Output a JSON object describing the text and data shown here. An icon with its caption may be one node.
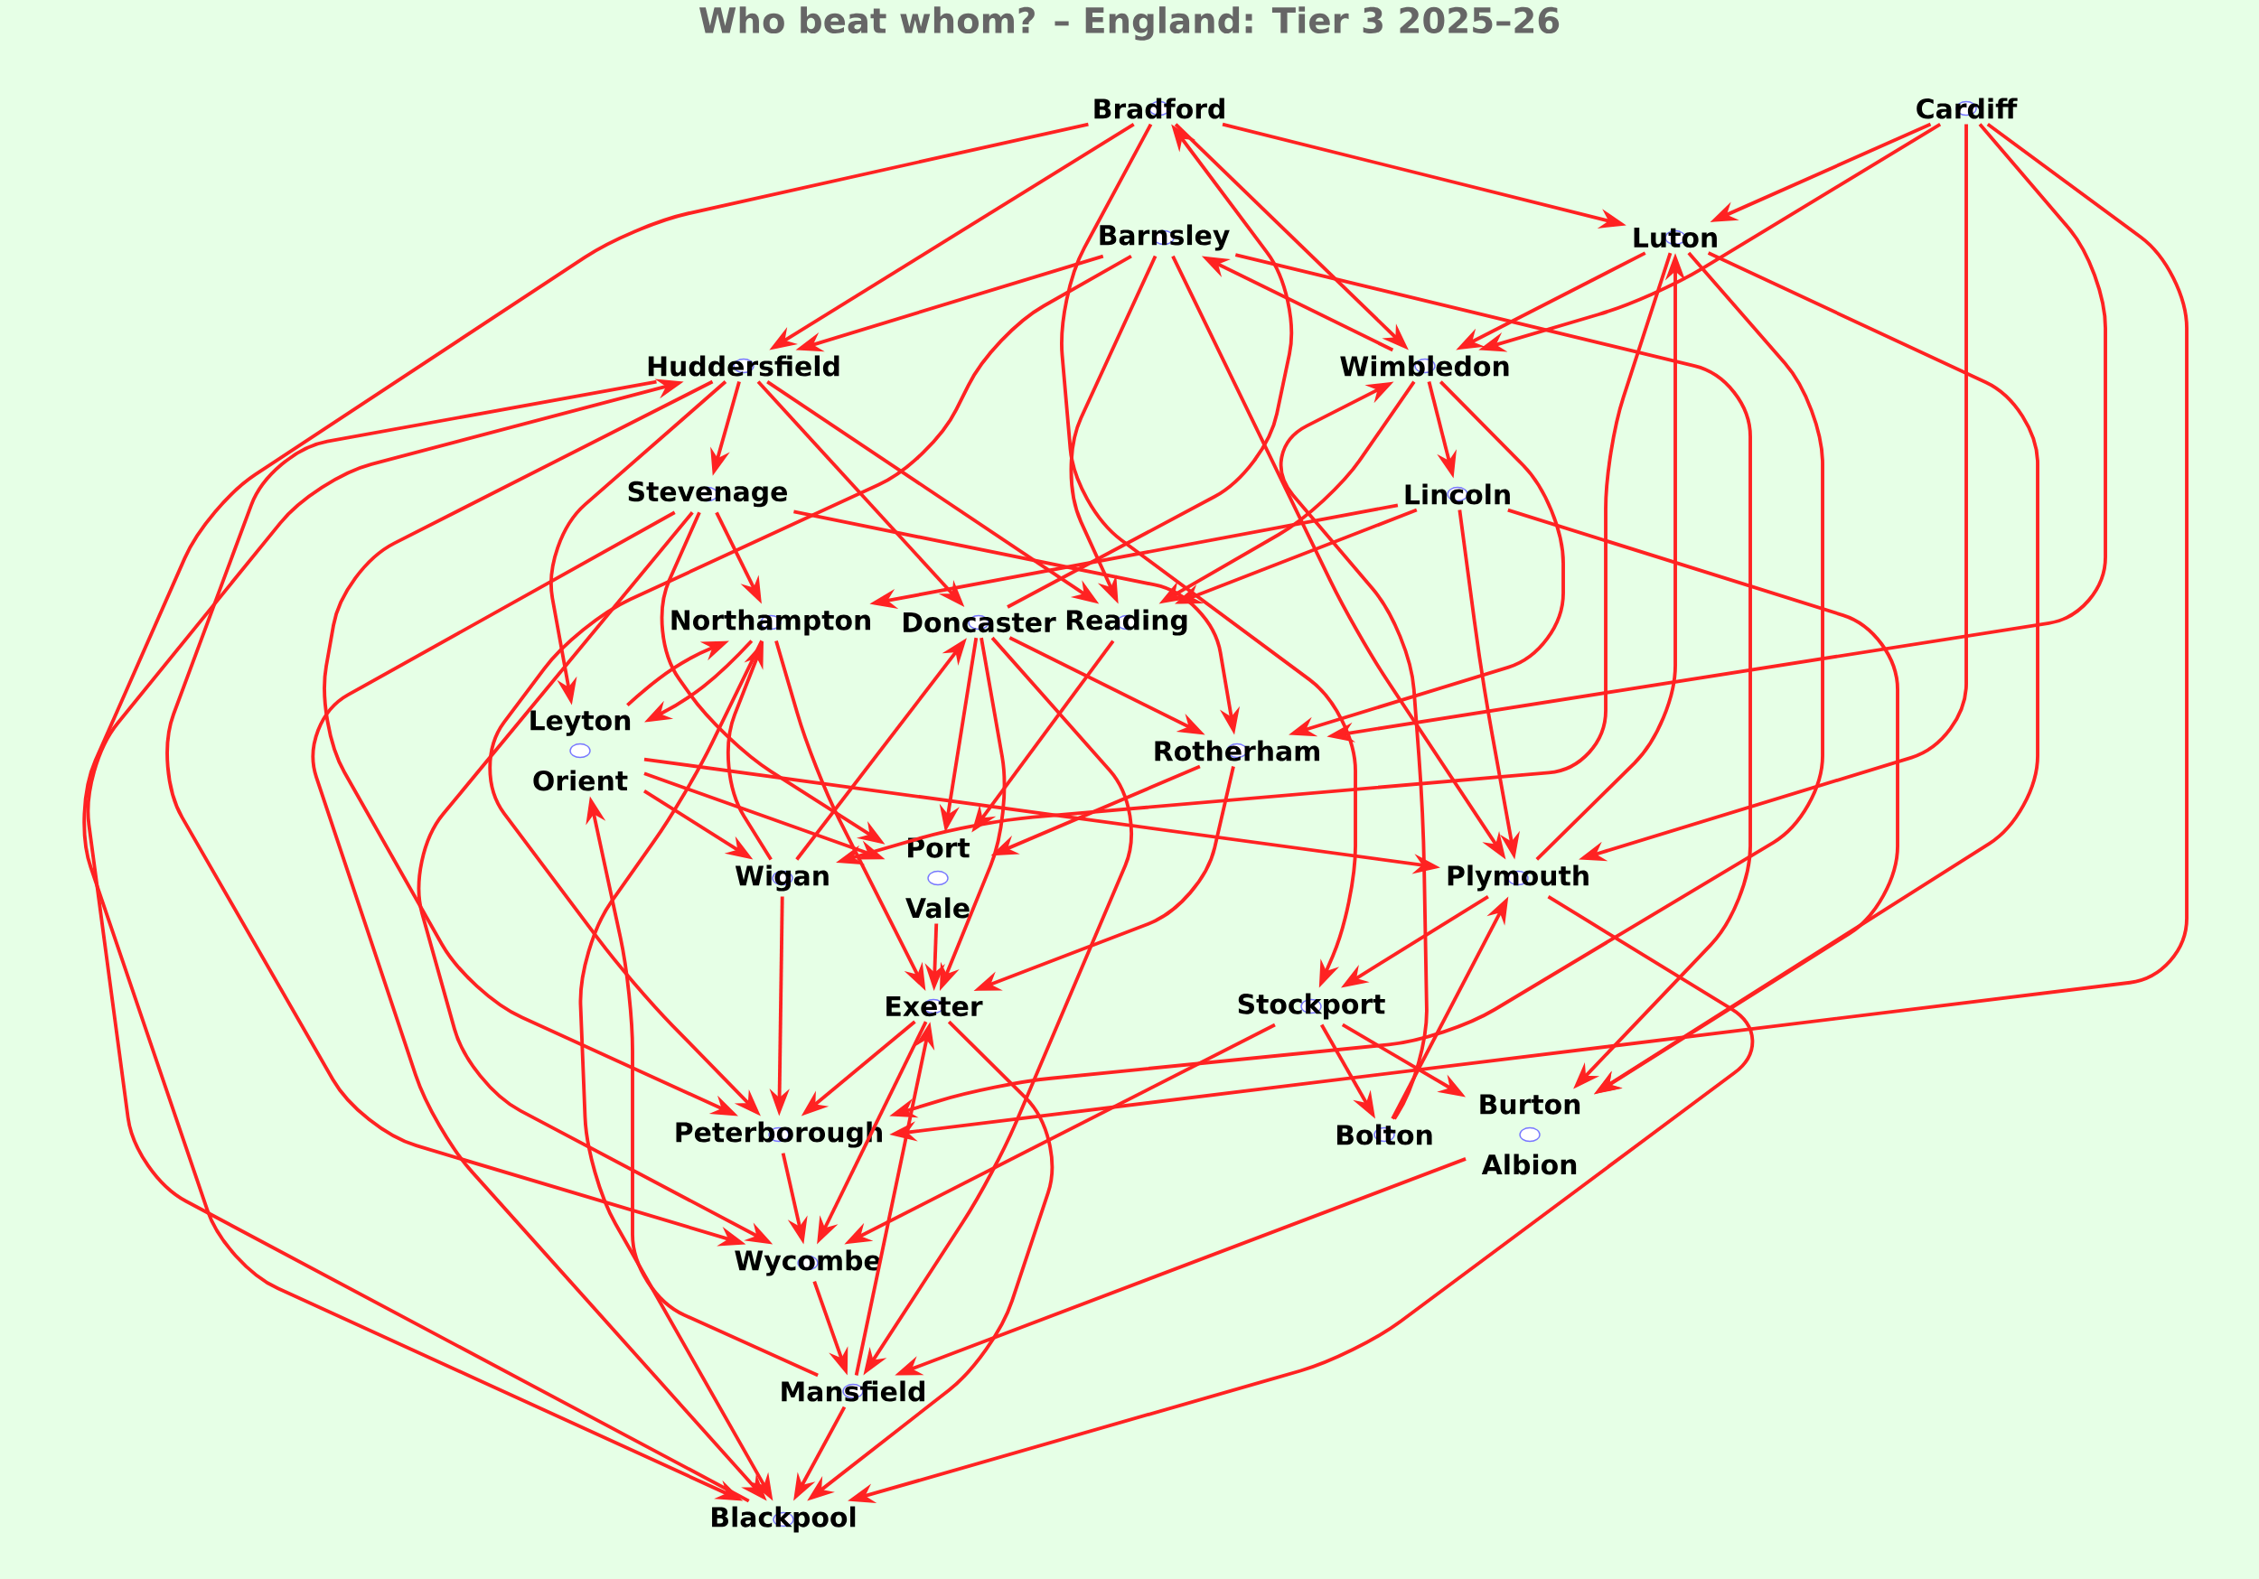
{
  "diagram": {
    "title": "Who beat whom? – England: Tier 3 2025–26",
    "nodes": [
      {
        "text": [
          "Bradford"
        ]
      },
      {
        "text": [
          "Cardiff"
        ]
      },
      {
        "text": [
          "Barnsley"
        ]
      },
      {
        "text": [
          "Luton"
        ]
      },
      {
        "text": [
          "Huddersfield"
        ]
      },
      {
        "text": [
          "Wimbledon"
        ]
      },
      {
        "text": [
          "Stevenage"
        ]
      },
      {
        "text": [
          "Lincoln"
        ]
      },
      {
        "text": [
          "Northampton"
        ]
      },
      {
        "text": [
          "Doncaster"
        ]
      },
      {
        "text": [
          "Reading"
        ]
      },
      {
        "text": [
          "Leyton Orient"
        ]
      },
      {
        "text": [
          "Rotherham"
        ]
      },
      {
        "text": [
          "Wigan"
        ]
      },
      {
        "text": [
          "Port Vale"
        ]
      },
      {
        "text": [
          "Plymouth"
        ]
      },
      {
        "text": [
          "Exeter"
        ]
      },
      {
        "text": [
          "Stockport"
        ]
      },
      {
        "text": [
          "Peterborough"
        ]
      },
      {
        "text": [
          "Bolton"
        ]
      },
      {
        "text": [
          "Burton Albion"
        ]
      },
      {
        "text": [
          "Wycombe"
        ]
      },
      {
        "text": [
          "Mansfield"
        ]
      },
      {
        "text": [
          "Blackpool"
        ]
      }
    ],
    "edges": [
      {
        "from": 0,
        "to": 4,
        "arrow": "to"
      },
      {
        "from": 0,
        "to": 3,
        "arrow": "to"
      },
      {
        "from": 0,
        "to": 5,
        "arrow": "to"
      },
      {
        "from": 0,
        "to": 23,
        "arrow": "to"
      },
      {
        "from": 0,
        "to": 17,
        "arrow": "to"
      },
      {
        "from": 9,
        "to": 0,
        "arrow": "to"
      },
      {
        "from": 1,
        "to": 3,
        "arrow": "to"
      },
      {
        "from": 1,
        "to": 5,
        "arrow": "to"
      },
      {
        "from": 1,
        "to": 15,
        "arrow": "to"
      },
      {
        "from": 1,
        "to": 12,
        "arrow": "to"
      },
      {
        "from": 1,
        "to": 18,
        "arrow": "to"
      },
      {
        "from": 2,
        "to": 4,
        "arrow": "to"
      },
      {
        "from": 5,
        "to": 2,
        "arrow": "to"
      },
      {
        "from": 2,
        "to": 20,
        "arrow": "to"
      },
      {
        "from": 2,
        "to": 10,
        "arrow": "to"
      },
      {
        "from": 2,
        "to": 15,
        "arrow": "to"
      },
      {
        "from": 2,
        "to": 18,
        "arrow": "to"
      },
      {
        "from": 3,
        "to": 5,
        "arrow": "to"
      },
      {
        "from": 3,
        "to": 13,
        "arrow": "to"
      },
      {
        "from": 3,
        "to": 18,
        "arrow": "to"
      },
      {
        "from": 3,
        "to": 20,
        "arrow": "to"
      },
      {
        "from": 15,
        "to": 3,
        "arrow": "to"
      },
      {
        "from": 19,
        "to": 5,
        "arrow": "to"
      },
      {
        "from": 5,
        "to": 7,
        "arrow": "to"
      },
      {
        "from": 5,
        "to": 10,
        "arrow": "to"
      },
      {
        "from": 5,
        "to": 12,
        "arrow": "to"
      },
      {
        "from": 7,
        "to": 8,
        "arrow": "to"
      },
      {
        "from": 7,
        "to": 10,
        "arrow": "to"
      },
      {
        "from": 7,
        "to": 15,
        "arrow": "to"
      },
      {
        "from": 7,
        "to": 20,
        "arrow": "to"
      },
      {
        "from": 4,
        "to": 6,
        "arrow": "to"
      },
      {
        "from": 4,
        "to": 11,
        "arrow": "to"
      },
      {
        "from": 4,
        "to": 9,
        "arrow": "to"
      },
      {
        "from": 4,
        "to": 10,
        "arrow": "to"
      },
      {
        "from": 4,
        "to": 18,
        "arrow": "to"
      },
      {
        "from": 4,
        "to": 21,
        "arrow": "to"
      },
      {
        "from": 23,
        "to": 4,
        "arrow": "to"
      },
      {
        "from": 6,
        "to": 8,
        "arrow": "to"
      },
      {
        "from": 6,
        "to": 12,
        "arrow": "to"
      },
      {
        "from": 6,
        "to": 14,
        "arrow": "to"
      },
      {
        "from": 6,
        "to": 23,
        "arrow": "to"
      },
      {
        "from": 6,
        "to": 21,
        "arrow": "to"
      },
      {
        "from": 9,
        "to": 12,
        "arrow": "to"
      },
      {
        "from": 9,
        "to": 14,
        "arrow": "to"
      },
      {
        "from": 9,
        "to": 16,
        "arrow": "to"
      },
      {
        "from": 9,
        "to": 22,
        "arrow": "to"
      },
      {
        "from": 13,
        "to": 9,
        "arrow": "to"
      },
      {
        "from": 10,
        "to": 14,
        "arrow": "to"
      },
      {
        "from": 12,
        "to": 14,
        "arrow": "to"
      },
      {
        "from": 12,
        "to": 16,
        "arrow": "to"
      },
      {
        "from": 11,
        "to": 14,
        "arrow": "to"
      },
      {
        "from": 11,
        "to": 13,
        "arrow": "to"
      },
      {
        "from": 11,
        "to": 15,
        "arrow": "to"
      },
      {
        "from": 13,
        "to": 8,
        "arrow": "to"
      },
      {
        "from": 8,
        "to": 11,
        "arrow": "to"
      },
      {
        "from": 11,
        "to": 8,
        "arrow": "to"
      },
      {
        "from": 8,
        "to": 16,
        "arrow": "to"
      },
      {
        "from": 8,
        "to": 23,
        "arrow": "to"
      },
      {
        "from": 13,
        "to": 18,
        "arrow": "to"
      },
      {
        "from": 14,
        "to": 16,
        "arrow": "to"
      },
      {
        "from": 22,
        "to": 16,
        "arrow": "to"
      },
      {
        "from": 16,
        "to": 18,
        "arrow": "to"
      },
      {
        "from": 16,
        "to": 21,
        "arrow": "to"
      },
      {
        "from": 16,
        "to": 23,
        "arrow": "to"
      },
      {
        "from": 18,
        "to": 21,
        "arrow": "to"
      },
      {
        "from": 17,
        "to": 21,
        "arrow": "to"
      },
      {
        "from": 21,
        "to": 22,
        "arrow": "to"
      },
      {
        "from": 22,
        "to": 11,
        "arrow": "to"
      },
      {
        "from": 22,
        "to": 23,
        "arrow": "to"
      },
      {
        "from": 15,
        "to": 17,
        "arrow": "to"
      },
      {
        "from": 15,
        "to": 23,
        "arrow": "to"
      },
      {
        "from": 17,
        "to": 19,
        "arrow": "to"
      },
      {
        "from": 17,
        "to": 20,
        "arrow": "to"
      },
      {
        "from": 19,
        "to": 15,
        "arrow": "to"
      },
      {
        "from": 20,
        "to": 22,
        "arrow": "to"
      }
    ]
  }
}
